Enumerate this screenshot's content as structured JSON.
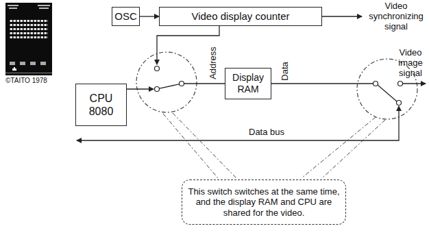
{
  "diagram": {
    "nodes": [
      {
        "text": [
          "OSC"
        ]
      },
      {
        "text": [
          "Video display counter"
        ]
      },
      {
        "text": [
          "CPU 8080"
        ]
      },
      {
        "text": [
          "Display RAM"
        ]
      },
      {
        "text": [
          "This switch switches at the same time, and the display RAM and CPU are shared for the video."
        ]
      }
    ],
    "edges": [
      {
        "from": 0,
        "to": 1,
        "arrow": "to"
      }
    ],
    "labels": [
      "©TAITO 1978",
      "Video synchronizing signal",
      "Address",
      "Data",
      "Video image signal",
      "Data bus"
    ]
  }
}
